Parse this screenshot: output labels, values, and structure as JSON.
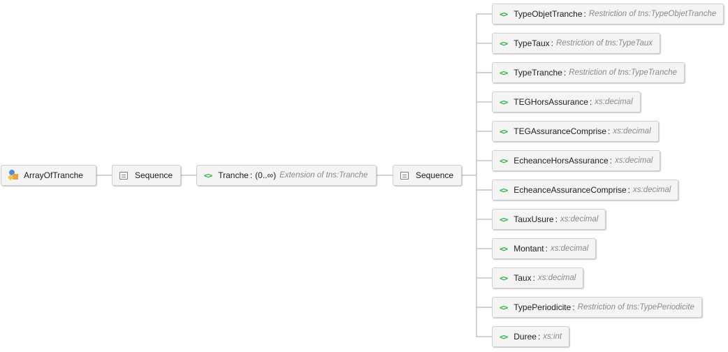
{
  "root": {
    "name": "ArrayOfTranche",
    "icon": "complex-type-icon"
  },
  "outer_sequence": {
    "label": "Sequence",
    "icon": "sequence-icon"
  },
  "tranche": {
    "name": "Tranche",
    "occurs": "(0..∞)",
    "type": "Extension of tns:Tranche",
    "icon": "element-icon",
    "icon_glyph": "<>"
  },
  "inner_sequence": {
    "label": "Sequence",
    "icon": "sequence-icon"
  },
  "colon": ":",
  "children": [
    {
      "name": "TypeObjetTranche",
      "type": "Restriction of tns:TypeObjetTranche"
    },
    {
      "name": "TypeTaux",
      "type": "Restriction of tns:TypeTaux"
    },
    {
      "name": "TypeTranche",
      "type": "Restriction of tns:TypeTranche"
    },
    {
      "name": "TEGHorsAssurance",
      "type": "xs:decimal"
    },
    {
      "name": "TEGAssuranceComprise",
      "type": "xs:decimal"
    },
    {
      "name": "EcheanceHorsAssurance",
      "type": "xs:decimal"
    },
    {
      "name": "EcheanceAssuranceComprise",
      "type": "xs:decimal"
    },
    {
      "name": "TauxUsure",
      "type": "xs:decimal"
    },
    {
      "name": "Montant",
      "type": "xs:decimal"
    },
    {
      "name": "Taux",
      "type": "xs:decimal"
    },
    {
      "name": "TypePeriodicite",
      "type": "Restriction of tns:TypePeriodicite"
    },
    {
      "name": "Duree",
      "type": "xs:int"
    }
  ],
  "colors": {
    "element_icon": "#1fb33c",
    "connector": "#c4c4c4",
    "node_fill": "#f4f4f4",
    "type_text": "#8a8a8a"
  }
}
